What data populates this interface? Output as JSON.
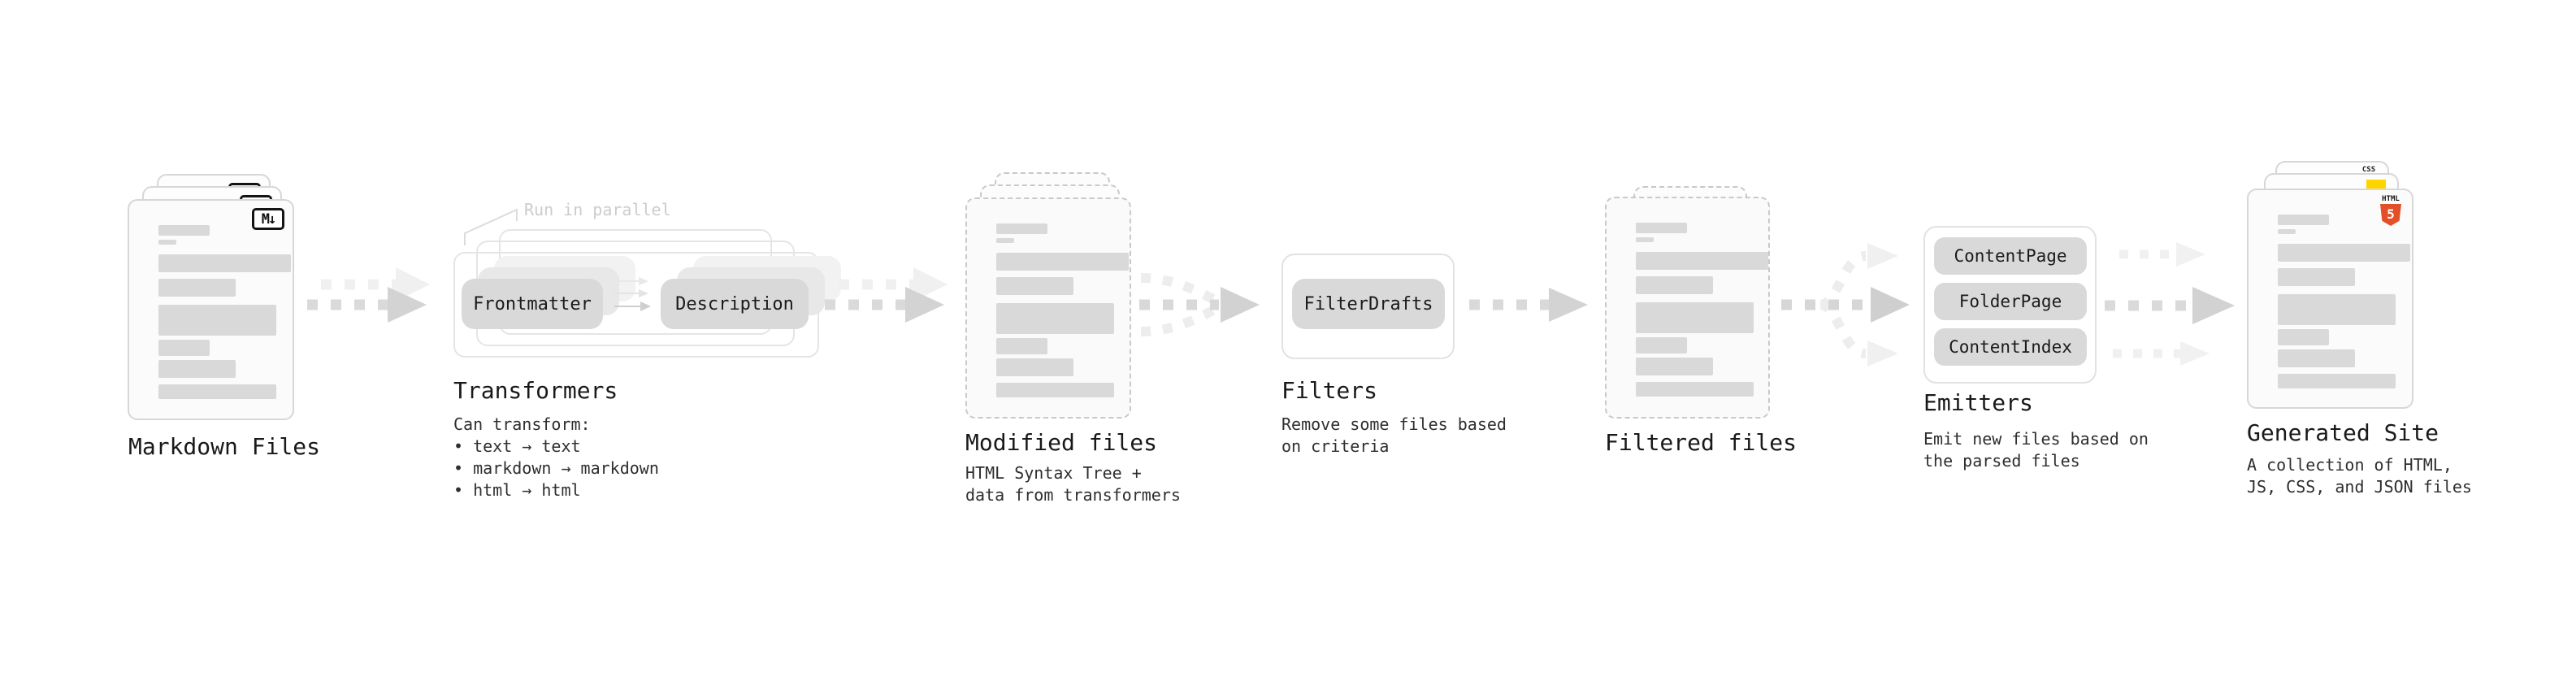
{
  "colors": {
    "accent_orange": "#e34f26",
    "accent_yellow": "#ffd500",
    "accent_blue": "#2962ff"
  },
  "stages": {
    "markdown": {
      "label": "Markdown Files",
      "badge": "M↓"
    },
    "transformers": {
      "title": "Transformers",
      "annotation": "Run in parallel",
      "node_a": "Frontmatter",
      "node_b": "Description",
      "intro": "Can transform:",
      "bullets": [
        "• text → text",
        "• markdown → markdown",
        "• html → html"
      ]
    },
    "modified": {
      "label": "Modified files",
      "sub1": "HTML Syntax Tree +",
      "sub2": "data from transformers"
    },
    "filters": {
      "title": "Filters",
      "node": "FilterDrafts",
      "sub1": "Remove some files based",
      "sub2": "on criteria"
    },
    "filtered": {
      "label": "Filtered files"
    },
    "emitters": {
      "title": "Emitters",
      "nodes": [
        "ContentPage",
        "FolderPage",
        "ContentIndex"
      ],
      "sub1": "Emit new files based on",
      "sub2": "the parsed files"
    },
    "generated": {
      "label": "Generated Site",
      "sub1": "A collection of HTML,",
      "sub2": "JS, CSS, and JSON files",
      "badge_css": "CSS",
      "badge_html": "HTML",
      "badge_html5": "5"
    }
  }
}
